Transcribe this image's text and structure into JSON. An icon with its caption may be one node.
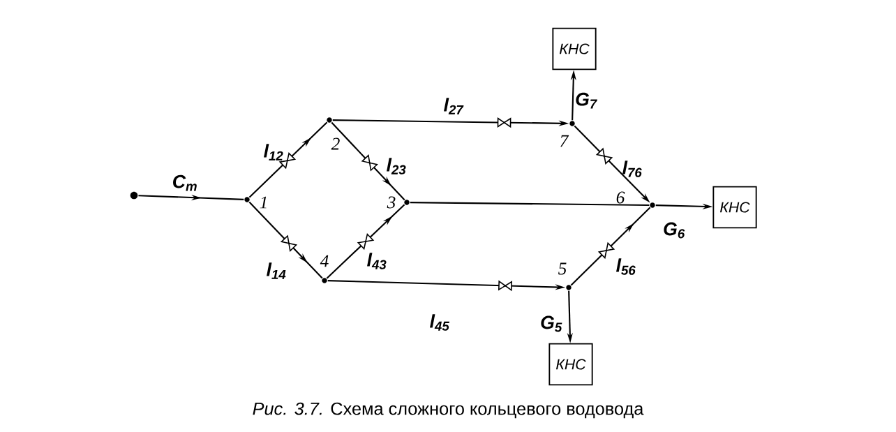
{
  "diagram": {
    "caption": "*Рис. 3.7.* Схема сложного кольцевого водовода",
    "nodes": [
      {
        "text": [],
        "shape": "circle"
      },
      {
        "text": [],
        "shape": "circle",
        "beside": [
          "1"
        ]
      },
      {
        "text": [],
        "shape": "circle",
        "beside": [
          "2"
        ]
      },
      {
        "text": [],
        "shape": "circle",
        "beside": [
          "3"
        ]
      },
      {
        "text": [],
        "shape": "circle",
        "beside": [
          "4"
        ]
      },
      {
        "text": [],
        "shape": "circle",
        "beside": [
          "5"
        ]
      },
      {
        "text": [],
        "shape": "circle",
        "beside": [
          "6"
        ]
      },
      {
        "text": [],
        "shape": "circle",
        "beside": [
          "7"
        ]
      },
      {
        "text": [
          "КНС"
        ]
      },
      {
        "text": [
          "КНС"
        ]
      },
      {
        "text": [
          "КНС"
        ]
      }
    ],
    "edges": [
      {
        "from": 0,
        "to": 1,
        "arrow": "to",
        "label": "C$_{т}$"
      },
      {
        "from": 1,
        "to": 2,
        "arrow": "to",
        "label": "l$_{12}$"
      },
      {
        "from": 1,
        "to": 4,
        "arrow": "to",
        "label": "l$_{14}$"
      },
      {
        "from": 2,
        "to": 7,
        "arrow": "to",
        "label": "l$_{27}$"
      },
      {
        "from": 2,
        "to": 3,
        "arrow": "to",
        "label": "l$_{23}$"
      },
      {
        "from": 4,
        "to": 3,
        "arrow": "to",
        "label": "l$_{43}$"
      },
      {
        "from": 4,
        "to": 5,
        "arrow": "to",
        "label": "l$_{45}$"
      },
      {
        "from": 3,
        "to": 6,
        "arrow": "none"
      },
      {
        "from": 7,
        "to": 6,
        "arrow": "to",
        "label": "l$_{76}$"
      },
      {
        "from": 5,
        "to": 6,
        "arrow": "to",
        "label": "l$_{56}$"
      },
      {
        "from": 7,
        "to": 8,
        "arrow": "to",
        "label": "G$_{7}$"
      },
      {
        "from": 6,
        "to": 9,
        "arrow": "to",
        "label": "G$_{6}$"
      },
      {
        "from": 5,
        "to": 10,
        "arrow": "to",
        "label": "G$_{5}$"
      }
    ]
  }
}
